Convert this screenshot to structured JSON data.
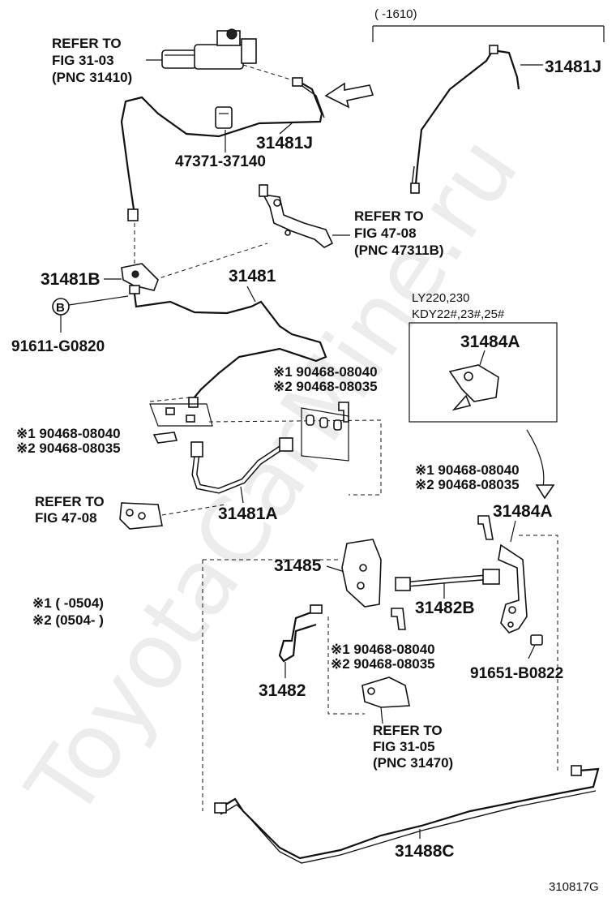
{
  "watermark": "ToyotaCarMine.ru",
  "figure_code": "310817G",
  "range_top": "(       -1610)",
  "refs": {
    "master_cylinder": [
      "REFER TO",
      "FIG 31-03",
      "(PNC 31410)"
    ],
    "bracket_47": [
      "REFER TO",
      "FIG 47-08",
      "(PNC 47311B)"
    ],
    "clamp_47": [
      "REFER TO",
      "FIG 47-08"
    ],
    "release_31": [
      "REFER TO",
      "FIG 31-05",
      "(PNC 31470)"
    ]
  },
  "parts": {
    "p31481J_a": "31481J",
    "p31481J_b": "31481J",
    "p47371": "47371-37140",
    "p31481B": "31481B",
    "p31481": "31481",
    "p91611": "91611-G0820",
    "circle_b": "B",
    "p31481A": "31481A",
    "p31484A_box": "31484A",
    "p31484A": "31484A",
    "p31485": "31485",
    "p31482B": "31482B",
    "p31482": "31482",
    "p91651": "91651-B0822",
    "p31488C": "31488C"
  },
  "clip_groups": {
    "upper": [
      "※1 90468-08040",
      "※2 90468-08035"
    ],
    "left": [
      "※1 90468-08040",
      "※2 90468-08035"
    ],
    "right": [
      "※1 90468-08040",
      "※2 90468-08035"
    ],
    "lower": [
      "※1 90468-08040",
      "※2 90468-08035"
    ]
  },
  "notes": [
    "※1 (        -0504)",
    "※2 (0504-        )"
  ],
  "model_box": [
    "LY220,230",
    "KDY22#,23#,25#"
  ]
}
